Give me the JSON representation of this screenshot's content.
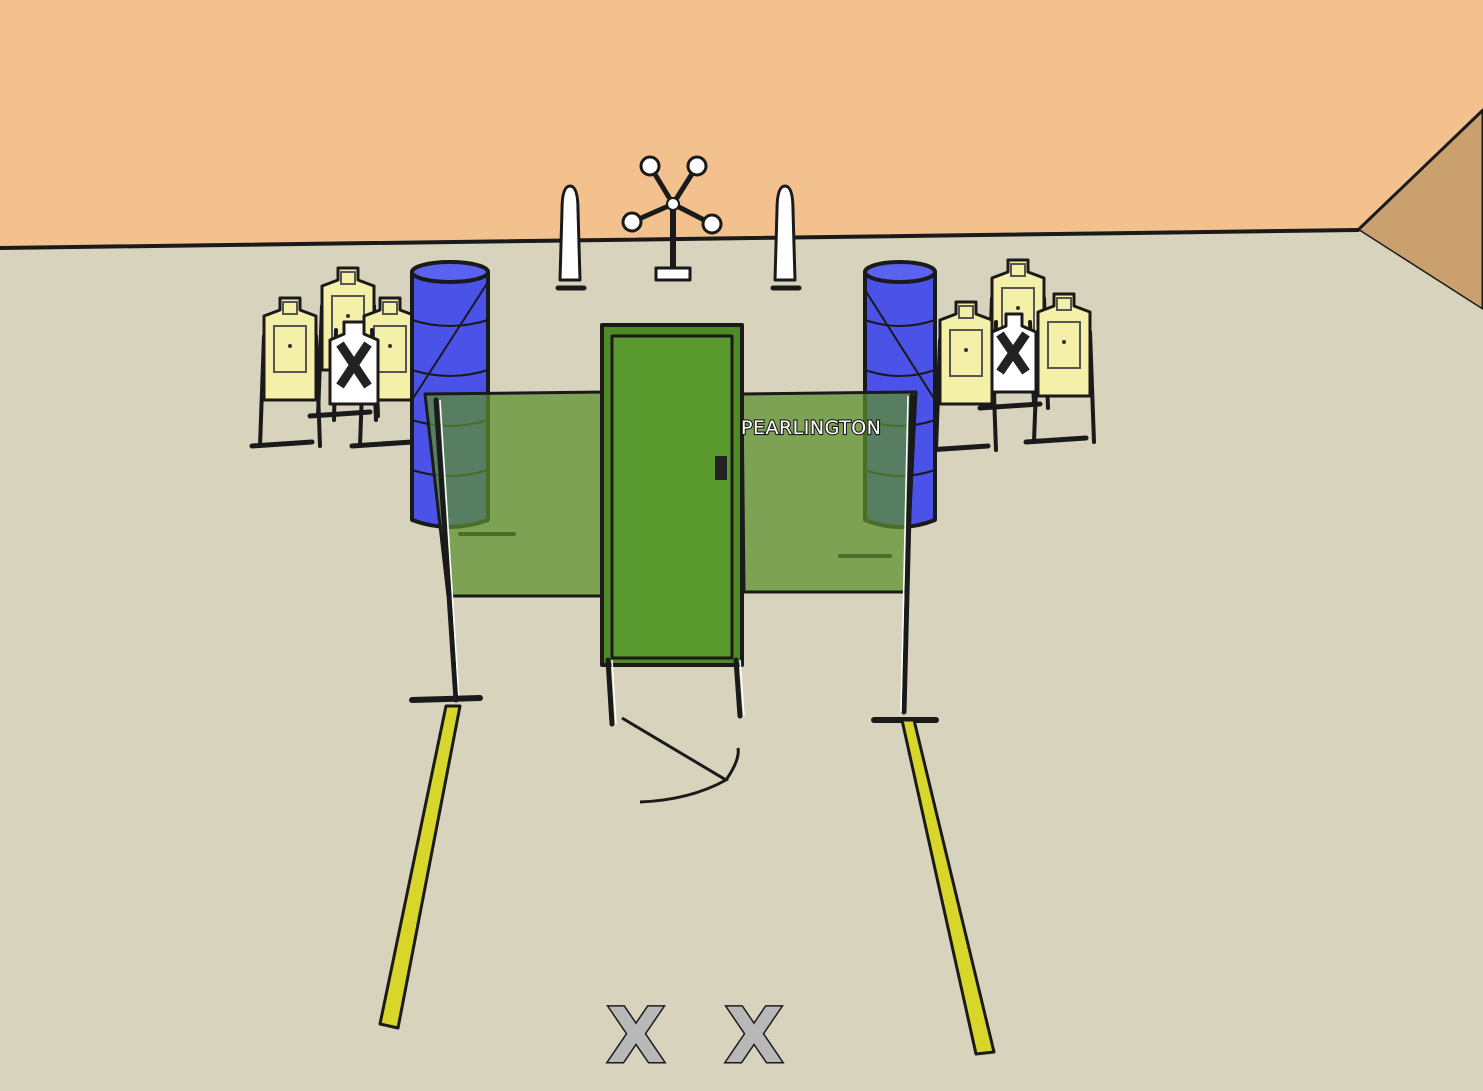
{
  "scene": {
    "sign_text": "PEARLINGTON",
    "start_mark_left": "X",
    "start_mark_right": "X",
    "colors": {
      "backstop_wall": "#f2c18e",
      "side_wall": "#c9a06e",
      "ground": "#d8d3bc",
      "barrel": "#4b52e8",
      "wall_panel": "#5c8f2c",
      "door": "#5a9a2e",
      "fault_line": "#d8d62a",
      "paper_target": "#f4f0a8",
      "no_shoot_target": "#ffffff",
      "start_mark": "#b8b8b8"
    }
  }
}
